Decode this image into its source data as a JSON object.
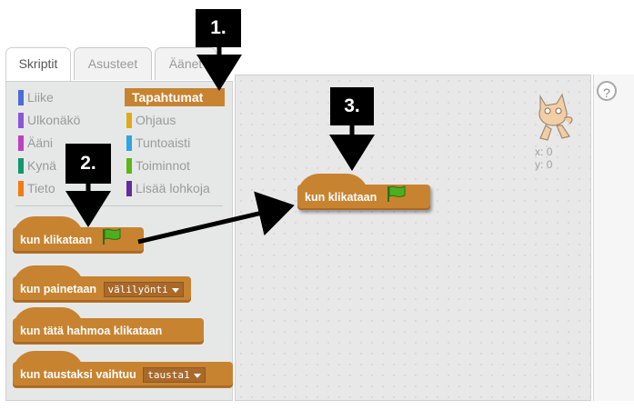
{
  "tabs": {
    "scripts": "Skriptit",
    "costumes": "Asusteet",
    "sounds": "Äänet"
  },
  "categories": [
    {
      "label": "Liike",
      "color": "#4a6cd4"
    },
    {
      "label": "Ulkonäkö",
      "color": "#8a55d7"
    },
    {
      "label": "Ääni",
      "color": "#bb42c3"
    },
    {
      "label": "Kynä",
      "color": "#0e9a6c"
    },
    {
      "label": "Tieto",
      "color": "#ee7d16"
    },
    {
      "label": "Tapahtumat",
      "color": "#c88330",
      "selected": true
    },
    {
      "label": "Ohjaus",
      "color": "#e1a91a"
    },
    {
      "label": "Tuntoaisti",
      "color": "#2ca5e2"
    },
    {
      "label": "Toiminnot",
      "color": "#5cb712"
    },
    {
      "label": "Lisää lohkoja",
      "color": "#632d99"
    }
  ],
  "blocks": {
    "when_flag": "kun klikataan",
    "when_key": "kun painetaan",
    "key_value": "välilyönti",
    "when_sprite_clicked": "kun tätä hahmoa klikataan",
    "when_backdrop": "kun taustaksi vaihtuu",
    "backdrop_value": "tausta1"
  },
  "script_area": {
    "placed_block": "kun klikataan",
    "x_label": "x:",
    "x_value": "0",
    "y_label": "y:",
    "y_value": "0"
  },
  "help_icon": "?",
  "callouts": {
    "one": "1.",
    "two": "2.",
    "three": "3."
  },
  "colors": {
    "events": "#c88330",
    "flag": "#4caf1f"
  }
}
